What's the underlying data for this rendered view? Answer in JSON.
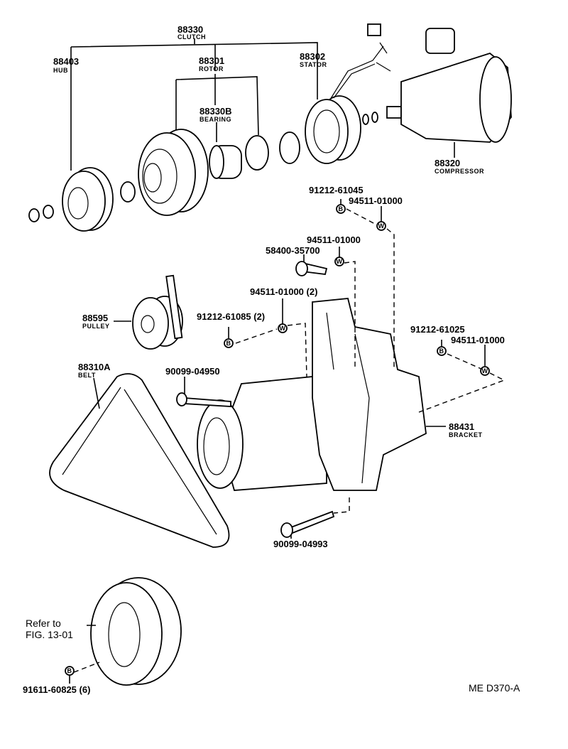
{
  "diagram": {
    "code": "ME D370-A",
    "callouts": {
      "clutch": {
        "part": "88330",
        "name": "CLUTCH"
      },
      "hub": {
        "part": "88403",
        "name": "HUB"
      },
      "rotor": {
        "part": "88301",
        "name": "ROTOR"
      },
      "stator": {
        "part": "88302",
        "name": "STATOR"
      },
      "bearing": {
        "part": "88330B",
        "name": "BEARING"
      },
      "compressor": {
        "part": "88320",
        "name": "COMPRESSOR"
      },
      "pulley": {
        "part": "88595",
        "name": "PULLEY"
      },
      "belt": {
        "part": "88310A",
        "name": "BELT"
      },
      "bracket": {
        "part": "88431",
        "name": "BRACKET"
      }
    },
    "fasteners": {
      "bolt_top": "91212-61045",
      "washer_top": "94511-01000",
      "washer_mid": "94511-01000",
      "stud": "58400-35700",
      "washer_2": "94511-01000 (2)",
      "bolt_2": "91212-61085 (2)",
      "bolt_right": "91212-61025",
      "washer_right": "94511-01000",
      "bolt_long": "90099-04950",
      "bolt_lower": "90099-04993",
      "crank_bolt": "91611-60825 (6)"
    },
    "symbols": {
      "bolt": "B",
      "washer": "W"
    },
    "reference": {
      "line1": "Refer to",
      "line2": "FIG. 13-01"
    }
  }
}
